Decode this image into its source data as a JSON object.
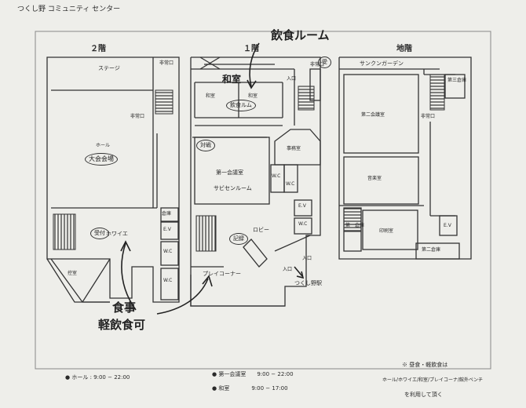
{
  "header": {
    "title": "つくし野 コミュニティ センター"
  },
  "floors": [
    {
      "name": "２階",
      "rooms": [
        "ステージ",
        "ホール",
        "ホワイエ",
        "控室",
        "倉庫",
        "E.V",
        "W.C",
        "W.C",
        "非常口",
        "非常口"
      ],
      "annotations": [
        "大会会場",
        "受付"
      ]
    },
    {
      "name": "１階",
      "rooms": [
        "和室",
        "和室",
        "事務室",
        "第一会議室",
        "ロビー",
        "プレイコーナー",
        "入口",
        "入口",
        "非常口",
        "E.V",
        "W.C",
        "W.C",
        "W.C"
      ],
      "annotations": [
        "飲食ルーム",
        "和室",
        "飲食ルム",
        "対戦",
        "サビセンルーム",
        "記録",
        "受",
        "つくし野駅",
        "入口"
      ]
    },
    {
      "name": "地階",
      "rooms": [
        "サンクンガーデン",
        "第二会議室",
        "音楽室",
        "印刷室",
        "第一倉庫",
        "第二倉庫",
        "第三倉庫",
        "非常口",
        "E.V"
      ]
    }
  ],
  "notes": {
    "food_area": "食事",
    "food_allowed": "軽飲食可",
    "footnote_title": "※ 昼食・軽飲食は",
    "footnote_line2": "ホール/ホワイエ/和室/プレイコーナ/館外ベンチ",
    "footnote_line3": "を利用して頂く"
  },
  "hours": [
    {
      "room": "ホール",
      "time": "9:00 − 22:00"
    },
    {
      "room": "第一会議室",
      "time": "9:00 − 22:00"
    },
    {
      "room": "和室",
      "time": "9:00 − 17:00"
    }
  ]
}
